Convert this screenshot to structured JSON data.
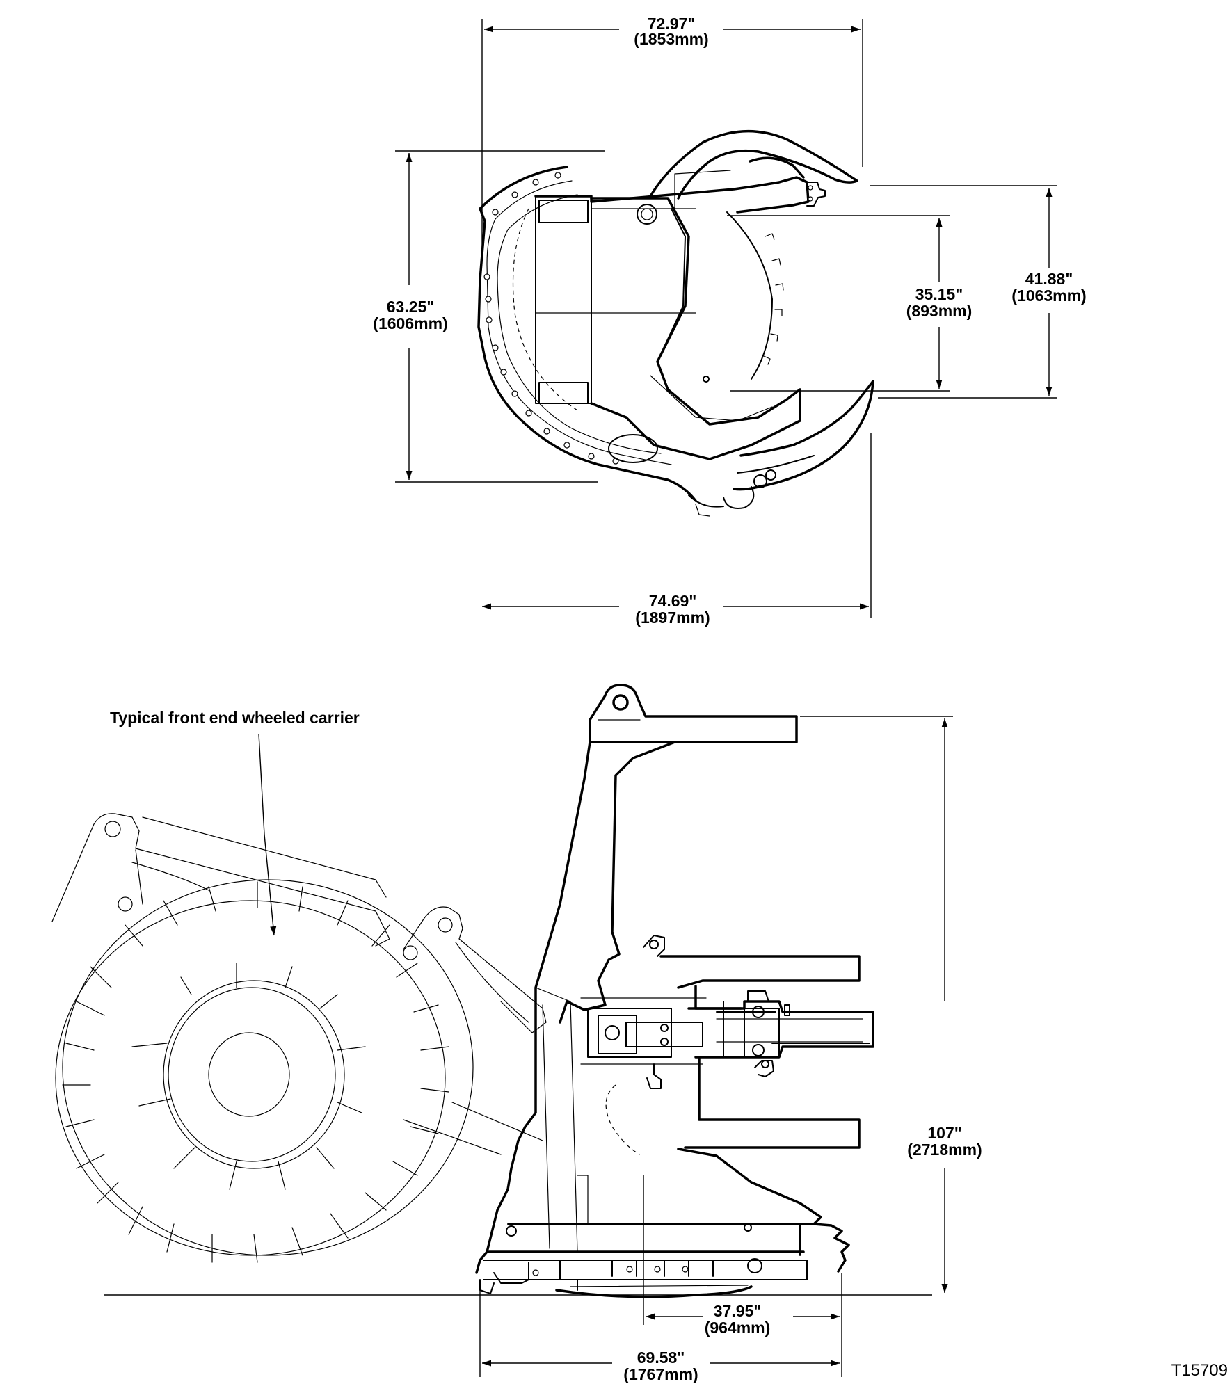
{
  "top_view": {
    "width_top": {
      "inch": "72.97\"",
      "mm": "(1853mm)"
    },
    "height_left": {
      "inch": "63.25\"",
      "mm": "(1606mm)"
    },
    "opening_inner": {
      "inch": "35.15\"",
      "mm": "(893mm)"
    },
    "opening_outer": {
      "inch": "41.88\"",
      "mm": "(1063mm)"
    },
    "width_bottom": {
      "inch": "74.69\"",
      "mm": "(1897mm)"
    }
  },
  "side_view": {
    "carrier_label": "Typical front end wheeled carrier",
    "height_right": {
      "inch": "107\"",
      "mm": "(2718mm)"
    },
    "depth_inner": {
      "inch": "37.95\"",
      "mm": "(964mm)"
    },
    "depth_total": {
      "inch": "69.58\"",
      "mm": "(1767mm)"
    }
  },
  "reference_code": "T15709"
}
